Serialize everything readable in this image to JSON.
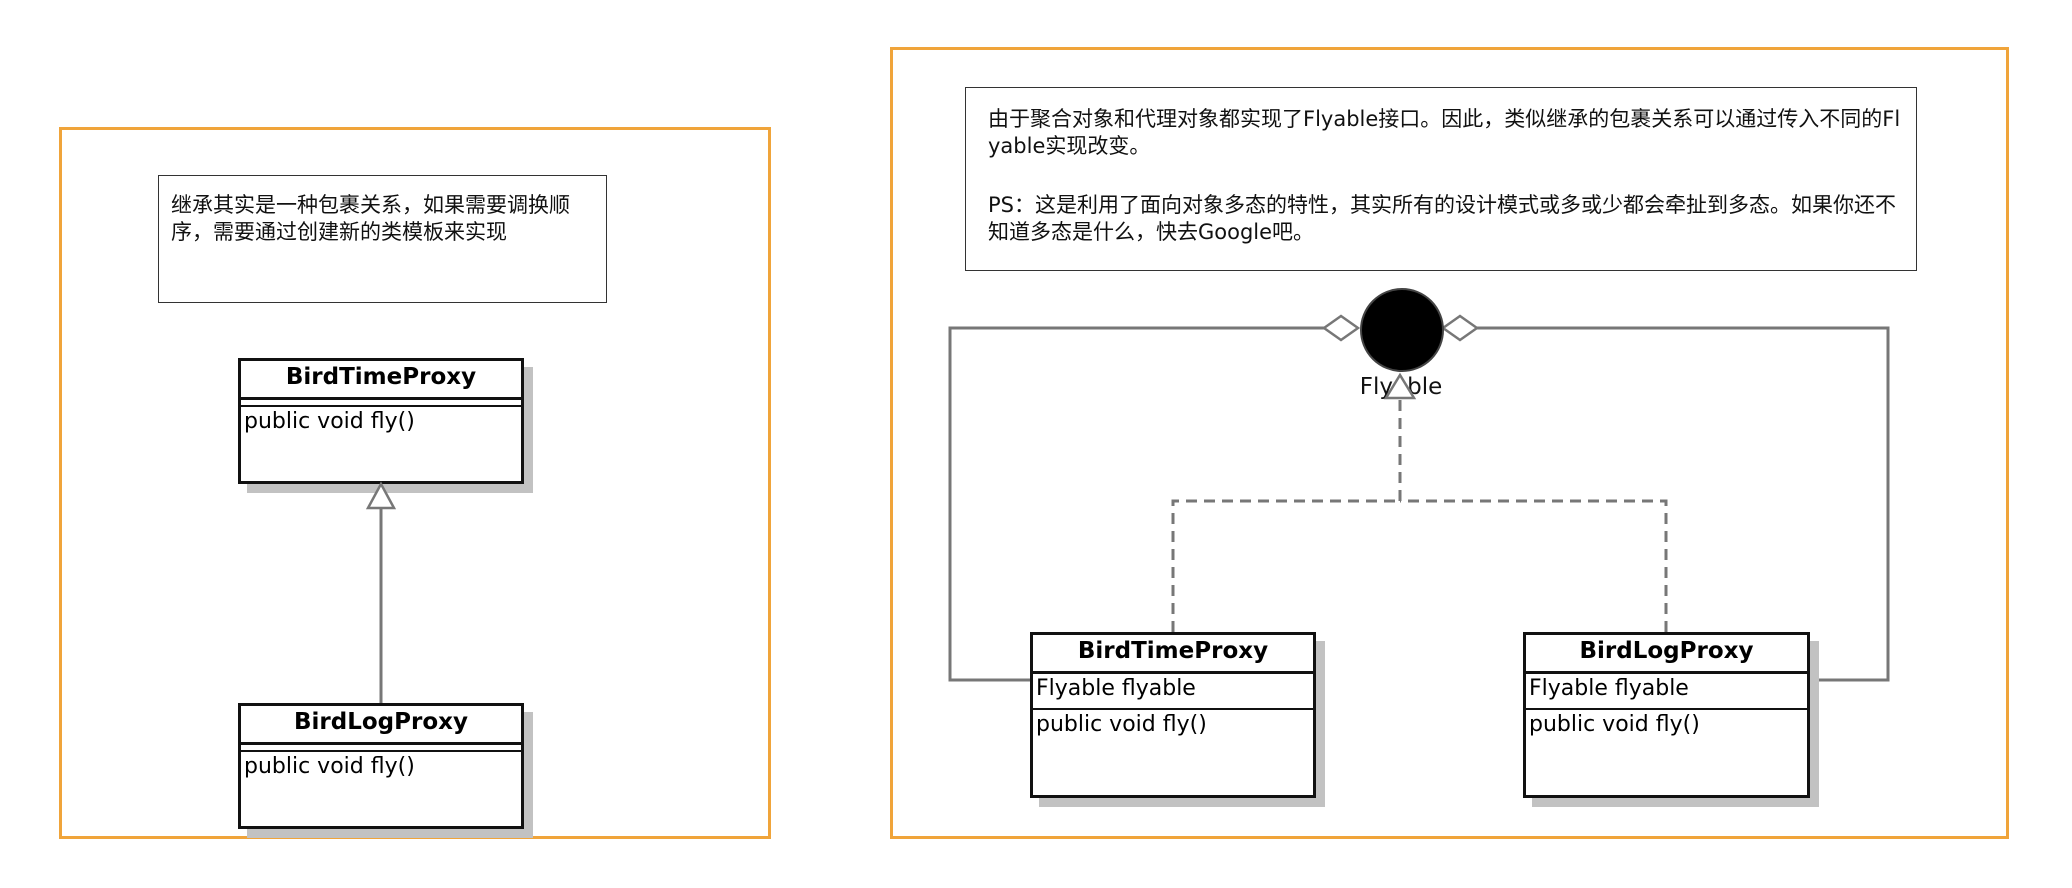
{
  "colors": {
    "frame": "#f0a43a",
    "line": "#777777",
    "text": "#111111",
    "shadow": "#c2c2c2"
  },
  "left_panel": {
    "note": "继承其实是一种包裹关系，如果需要调换顺序，需要通过创建新的类模板来实现",
    "classes": [
      {
        "name": "BirdTimeProxy",
        "methods": [
          "public void fly()"
        ]
      },
      {
        "name": "BirdLogProxy",
        "methods": [
          "public void fly()"
        ]
      }
    ]
  },
  "right_panel": {
    "note_line1": "由于聚合对象和代理对象都实现了Flyable接口。因此，类似继承的包裹关系可以通过传入不同的Flyable实现改变。",
    "note_line2": "PS：这是利用了面向对象多态的特性，其实所有的设计模式或多或少都会牵扯到多态。如果你还不知道多态是什么，快去Google吧。",
    "interface": {
      "name": "Flyable"
    },
    "classes": [
      {
        "name": "BirdTimeProxy",
        "attributes": [
          "Flyable flyable"
        ],
        "methods": [
          "public void fly()"
        ]
      },
      {
        "name": "BirdLogProxy",
        "attributes": [
          "Flyable flyable"
        ],
        "methods": [
          "public void fly()"
        ]
      }
    ]
  }
}
